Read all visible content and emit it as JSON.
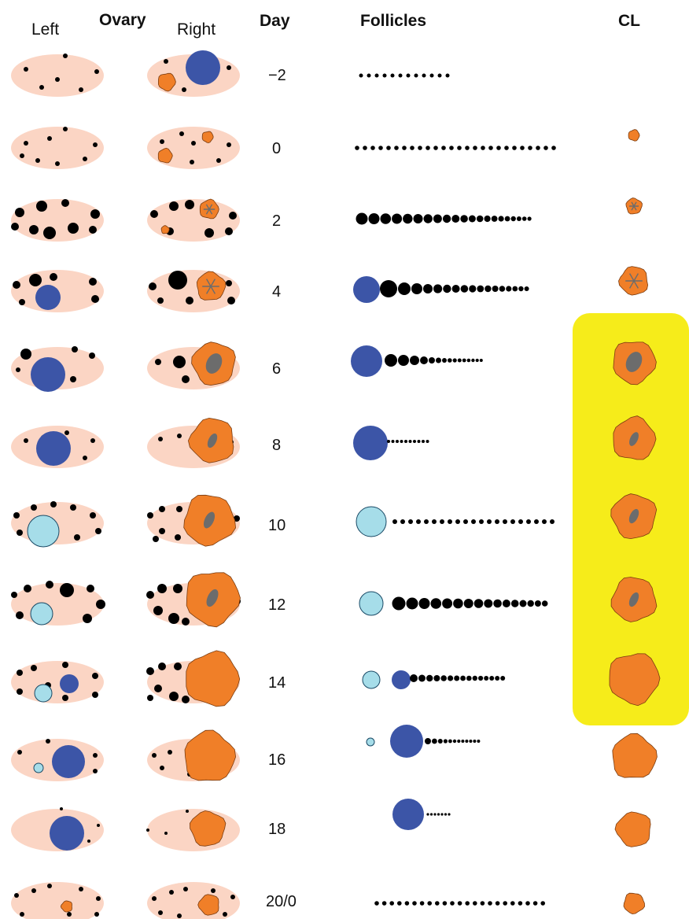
{
  "headers": {
    "left": "Left",
    "ovary": "Ovary",
    "right": "Right",
    "day": "Day",
    "follicles": "Follicles",
    "cl": "CL"
  },
  "colors": {
    "ovary_fill": "#fbd5c4",
    "dominant_follicle": "#3c55a7",
    "atretic_follicle": "#a6dde9",
    "corpus_luteum": "#f07f28",
    "cl_cavity": "#6c6c6c",
    "small_follicle": "#000000",
    "highlight": "#f6ec1a"
  },
  "days": [
    "−2",
    "0",
    "2",
    "4",
    "6",
    "8",
    "10",
    "12",
    "14",
    "16",
    "18",
    "20/0"
  ]
}
